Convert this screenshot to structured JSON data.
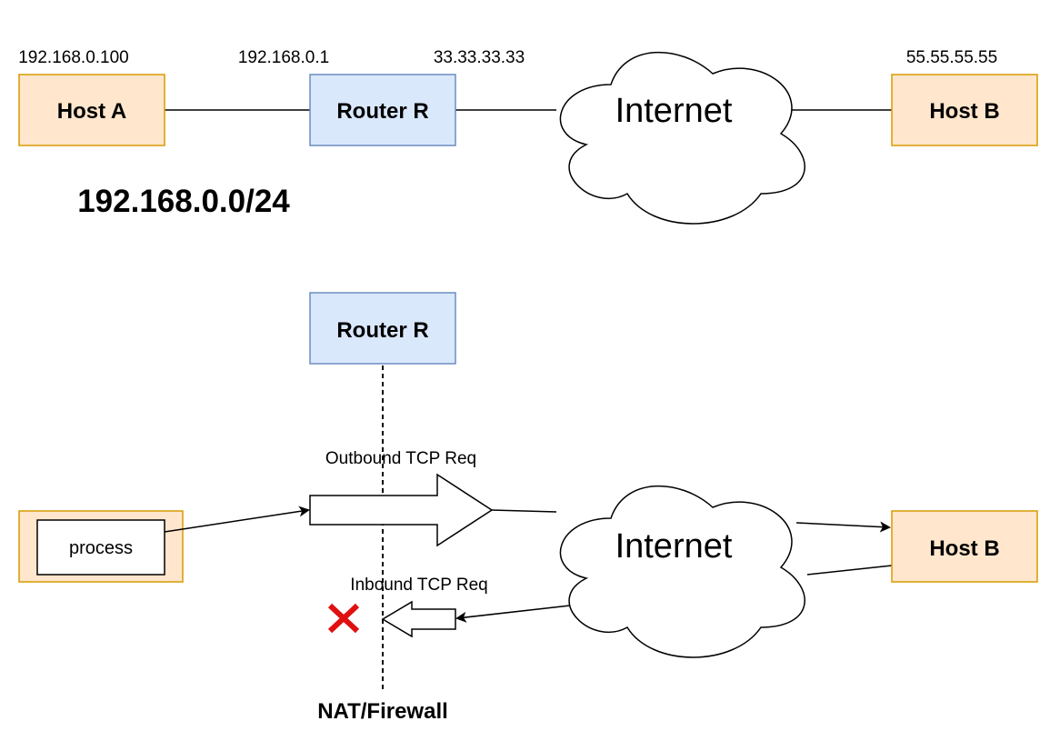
{
  "colors": {
    "host_fill": "#ffe6cc",
    "host_stroke": "#d79b00",
    "router_fill": "#dae8fc",
    "router_stroke": "#6c8ebf",
    "line": "#000000",
    "block_mark": "#e01010"
  },
  "top": {
    "host_a": {
      "label": "Host A",
      "ip": "192.168.0.100"
    },
    "router": {
      "label": "Router R",
      "lan_ip": "192.168.0.1",
      "wan_ip": "33.33.33.33"
    },
    "internet": {
      "label": "Internet"
    },
    "host_b": {
      "label": "Host B",
      "ip": "55.55.55.55"
    },
    "subnet": "192.168.0.0/24"
  },
  "bottom": {
    "router": {
      "label": "Router R"
    },
    "process": {
      "label": "process"
    },
    "internet": {
      "label": "Internet"
    },
    "host_b": {
      "label": "Host B"
    },
    "outbound_label": "Outbound TCP Req",
    "inbound_label": "Inbound TCP Req",
    "firewall_label": "NAT/Firewall",
    "blocked_icon": "cross-icon"
  }
}
